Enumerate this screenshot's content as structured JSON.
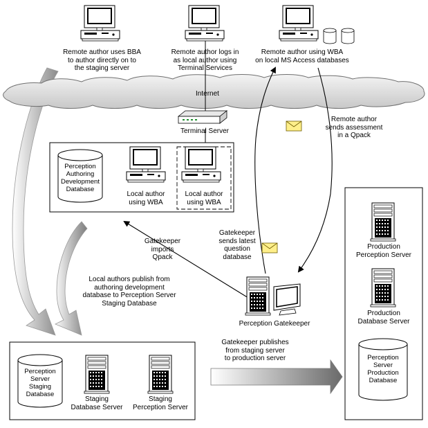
{
  "cloud_label": "Internet",
  "remote_authors": {
    "bba": [
      "Remote author uses BBA",
      "to author directly on to",
      "the staging server"
    ],
    "ts": [
      "Remote author logs in",
      "as local author using",
      "Terminal Services"
    ],
    "wba": [
      "Remote author using WBA",
      "on local MS Access databases"
    ]
  },
  "terminal_server": "Terminal Server",
  "qpack_note": [
    "Remote author",
    "sends assessment",
    "in a Qpack"
  ],
  "authoring_group": {
    "database": [
      "Perception",
      "Authoring",
      "Development",
      "Database"
    ],
    "local_author_1": [
      "Local author",
      "using WBA"
    ],
    "local_author_2": [
      "Local author",
      "using WBA"
    ]
  },
  "production_group": {
    "perception_server": [
      "Production",
      "Perception Server"
    ],
    "database_server": [
      "Production",
      "Database Server"
    ],
    "database": [
      "Perception",
      "Server",
      "Production",
      "Database"
    ]
  },
  "gatekeeper_imports": [
    "Gatekeeper",
    "imports",
    "Qpack"
  ],
  "gatekeeper_sends": [
    "Gatekeeper",
    "sends latest",
    "question",
    "database"
  ],
  "local_publish": [
    "Local authors publish from",
    "authoring development",
    "database to Perception Server",
    "Staging Database"
  ],
  "gatekeeper": "Perception Gatekeeper",
  "gatekeeper_publishes": [
    "Gatekeeper publishes",
    "from staging server",
    "to production server"
  ],
  "staging_group": {
    "database": [
      "Perception",
      "Server",
      "Staging",
      "Database"
    ],
    "database_server": [
      "Staging",
      "Database Server"
    ],
    "perception_server": [
      "Staging",
      "Perception Server"
    ]
  }
}
